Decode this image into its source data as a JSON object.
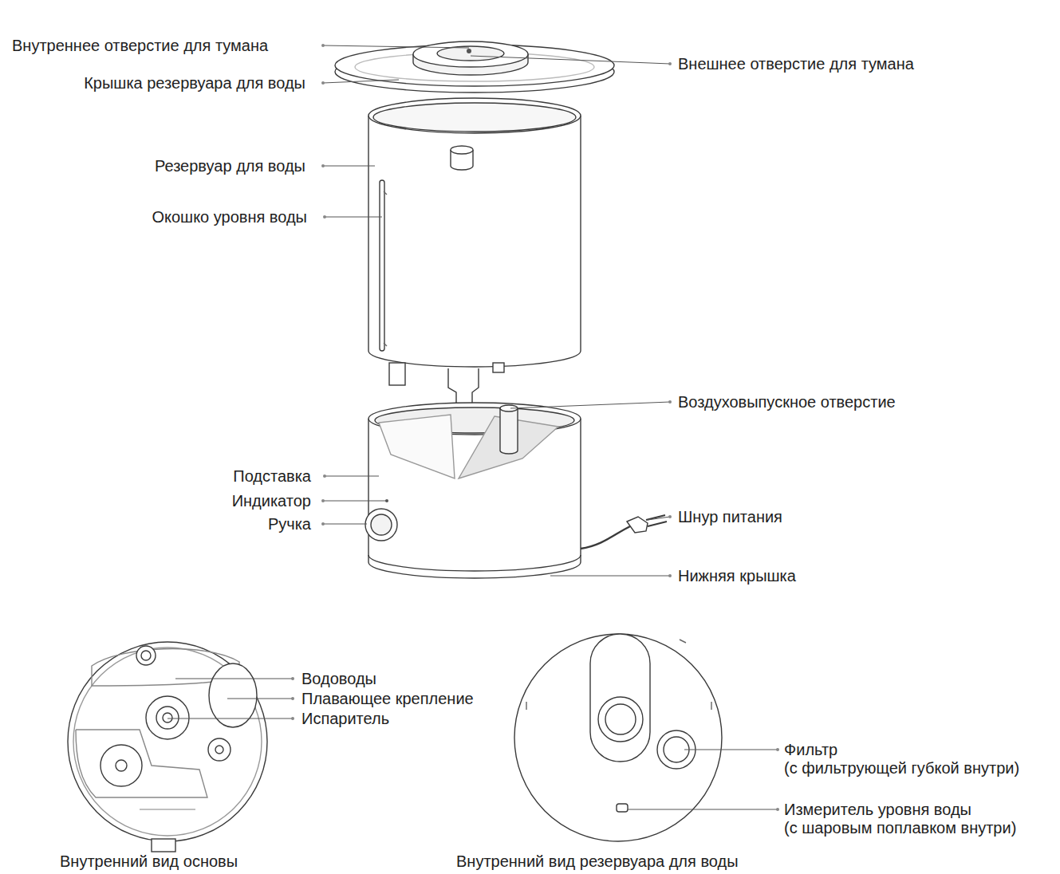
{
  "diagram": {
    "labels": [
      "Внутреннее отверстие для тумана",
      "Внешнее отверстие для тумана",
      "Крышка резервуара для воды",
      "Резервуар для воды",
      "Окошко уровня воды",
      "Воздуховыпускное отверстие",
      "Подставка",
      "Индикатор",
      "Ручка",
      "Шнур питания",
      "Нижняя крышка",
      "Водоводы",
      "Плавающее крепление",
      "Испаритель",
      "Фильтр (с фильтрующей губкой внутри)",
      "Измеритель уровня воды (с шаровым поплавком внутри)",
      "Внутренний вид основы",
      "Внутренний вид резервуара для воды"
    ]
  }
}
